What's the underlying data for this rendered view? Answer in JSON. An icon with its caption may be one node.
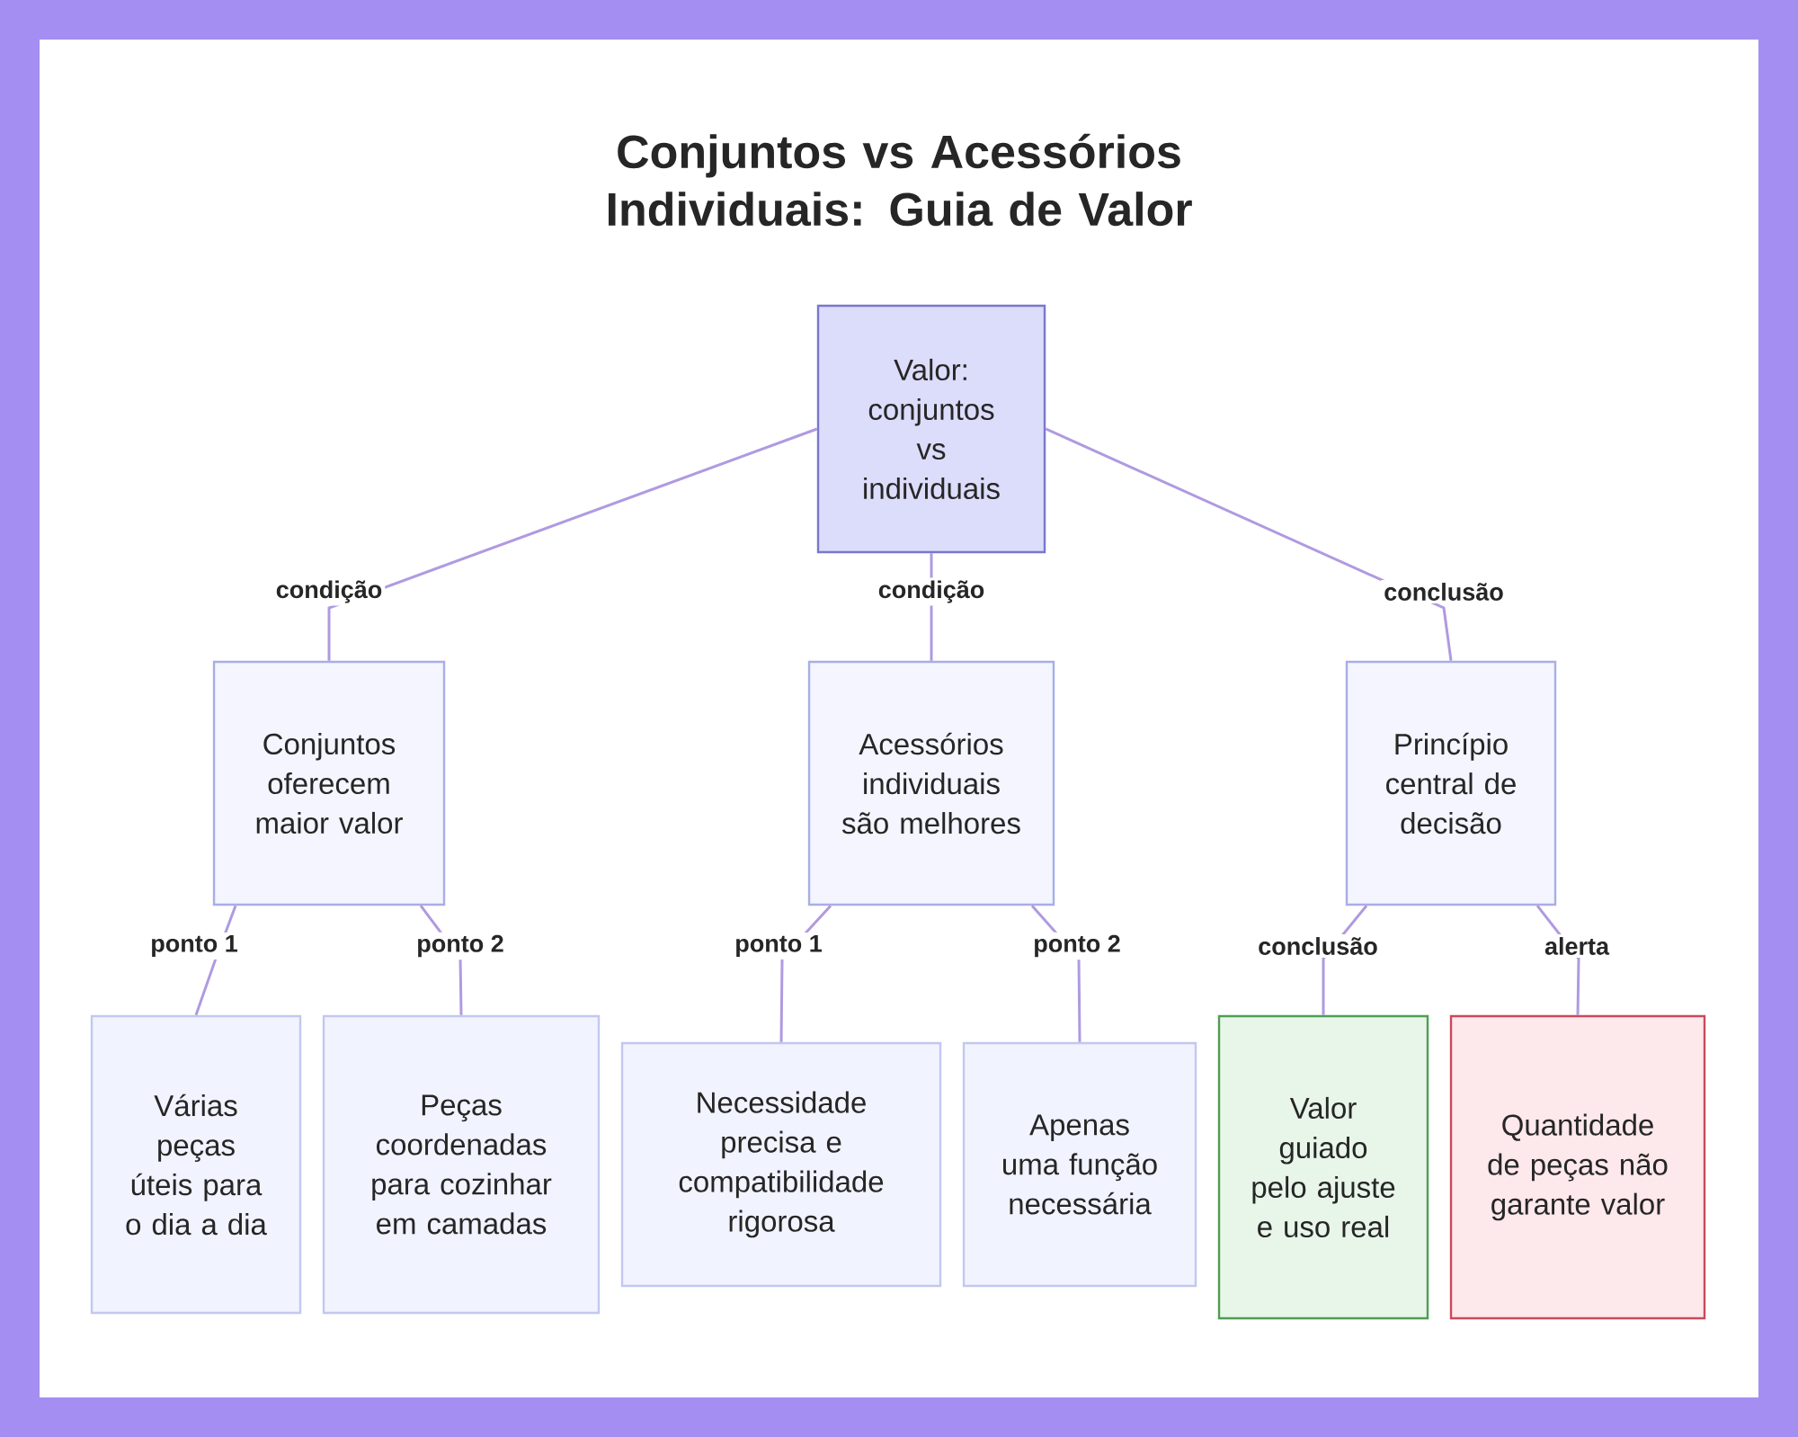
{
  "diagram": {
    "title": "Conjuntos vs Acessórios Individuais: Guia de Valor",
    "nodes": [
      {
        "text": [
          "Valor: conjuntos vs individuais"
        ]
      },
      {
        "text": [
          "Conjuntos oferecem maior valor"
        ]
      },
      {
        "text": [
          "Acessórios individuais são melhores"
        ]
      },
      {
        "text": [
          "Princípio central de decisão"
        ]
      },
      {
        "text": [
          "Várias peças úteis para o dia a dia"
        ]
      },
      {
        "text": [
          "Peças coordenadas para cozinhar em camadas"
        ]
      },
      {
        "text": [
          "Necessidade precisa e compatibilidade rigorosa"
        ]
      },
      {
        "text": [
          "Apenas uma função necessária"
        ]
      },
      {
        "text": [
          "Valor guiado pelo ajuste e uso real"
        ]
      },
      {
        "text": [
          "Quantidade de peças não garante valor"
        ]
      }
    ],
    "edges": [
      {
        "from": 0,
        "to": 1,
        "arrow": "none",
        "label": "condição"
      },
      {
        "from": 0,
        "to": 2,
        "arrow": "none",
        "label": "condição"
      },
      {
        "from": 0,
        "to": 3,
        "arrow": "none",
        "label": "conclusão"
      },
      {
        "from": 1,
        "to": 4,
        "arrow": "none",
        "label": "ponto 1"
      },
      {
        "from": 1,
        "to": 5,
        "arrow": "none",
        "label": "ponto 2"
      },
      {
        "from": 2,
        "to": 6,
        "arrow": "none",
        "label": "ponto 1"
      },
      {
        "from": 2,
        "to": 7,
        "arrow": "none",
        "label": "ponto 2"
      },
      {
        "from": 3,
        "to": 8,
        "arrow": "none",
        "label": "conclusão"
      },
      {
        "from": 3,
        "to": 9,
        "arrow": "none",
        "label": "alerta"
      }
    ]
  }
}
